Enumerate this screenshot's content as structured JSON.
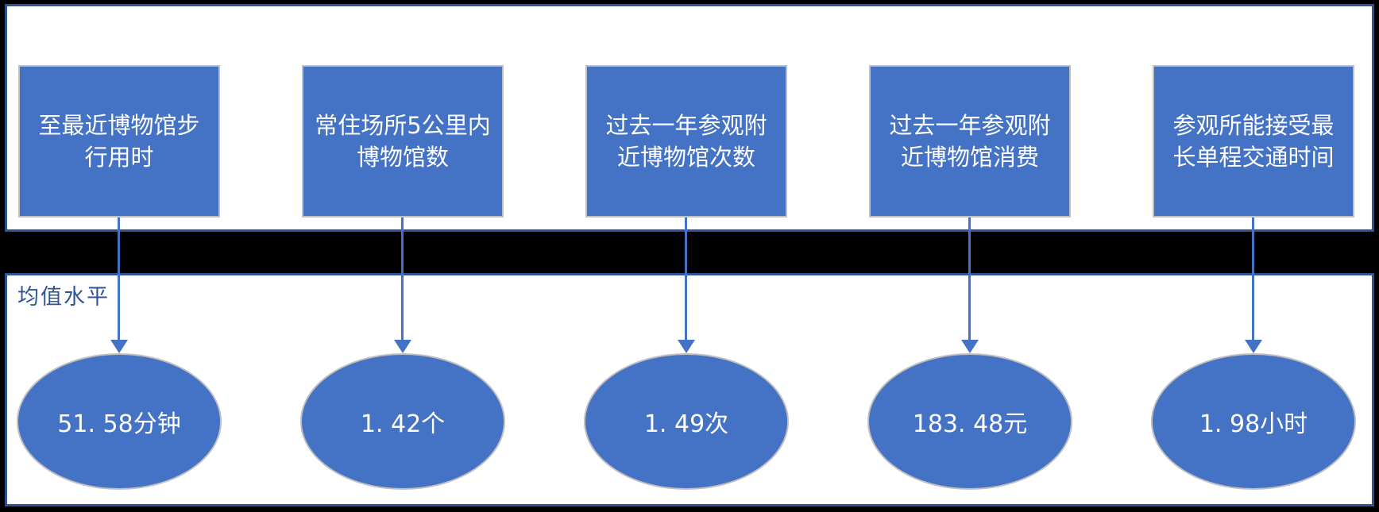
{
  "colors": {
    "background": "#000000",
    "panel_border": "#2F5496",
    "shape_fill": "#4472C4",
    "shape_border": "#BFBFBF",
    "arrow": "#4472C4",
    "section_label_color": "#2F5496",
    "shape_text_color": "#FFFFFF"
  },
  "bottom_section": {
    "label": "均值水平"
  },
  "columns": [
    {
      "indicator": "至最近博物馆步行用时",
      "mean_value": "51. 58分钟"
    },
    {
      "indicator": "常住场所5公里内博物馆数",
      "mean_value": "1. 42个"
    },
    {
      "indicator": "过去一年参观附近博物馆次数",
      "mean_value": "1. 49次"
    },
    {
      "indicator": "过去一年参观附近博物馆消费",
      "mean_value": "183. 48元"
    },
    {
      "indicator": "参观所能接受最长单程交通时间",
      "mean_value": "1. 98小时"
    }
  ]
}
